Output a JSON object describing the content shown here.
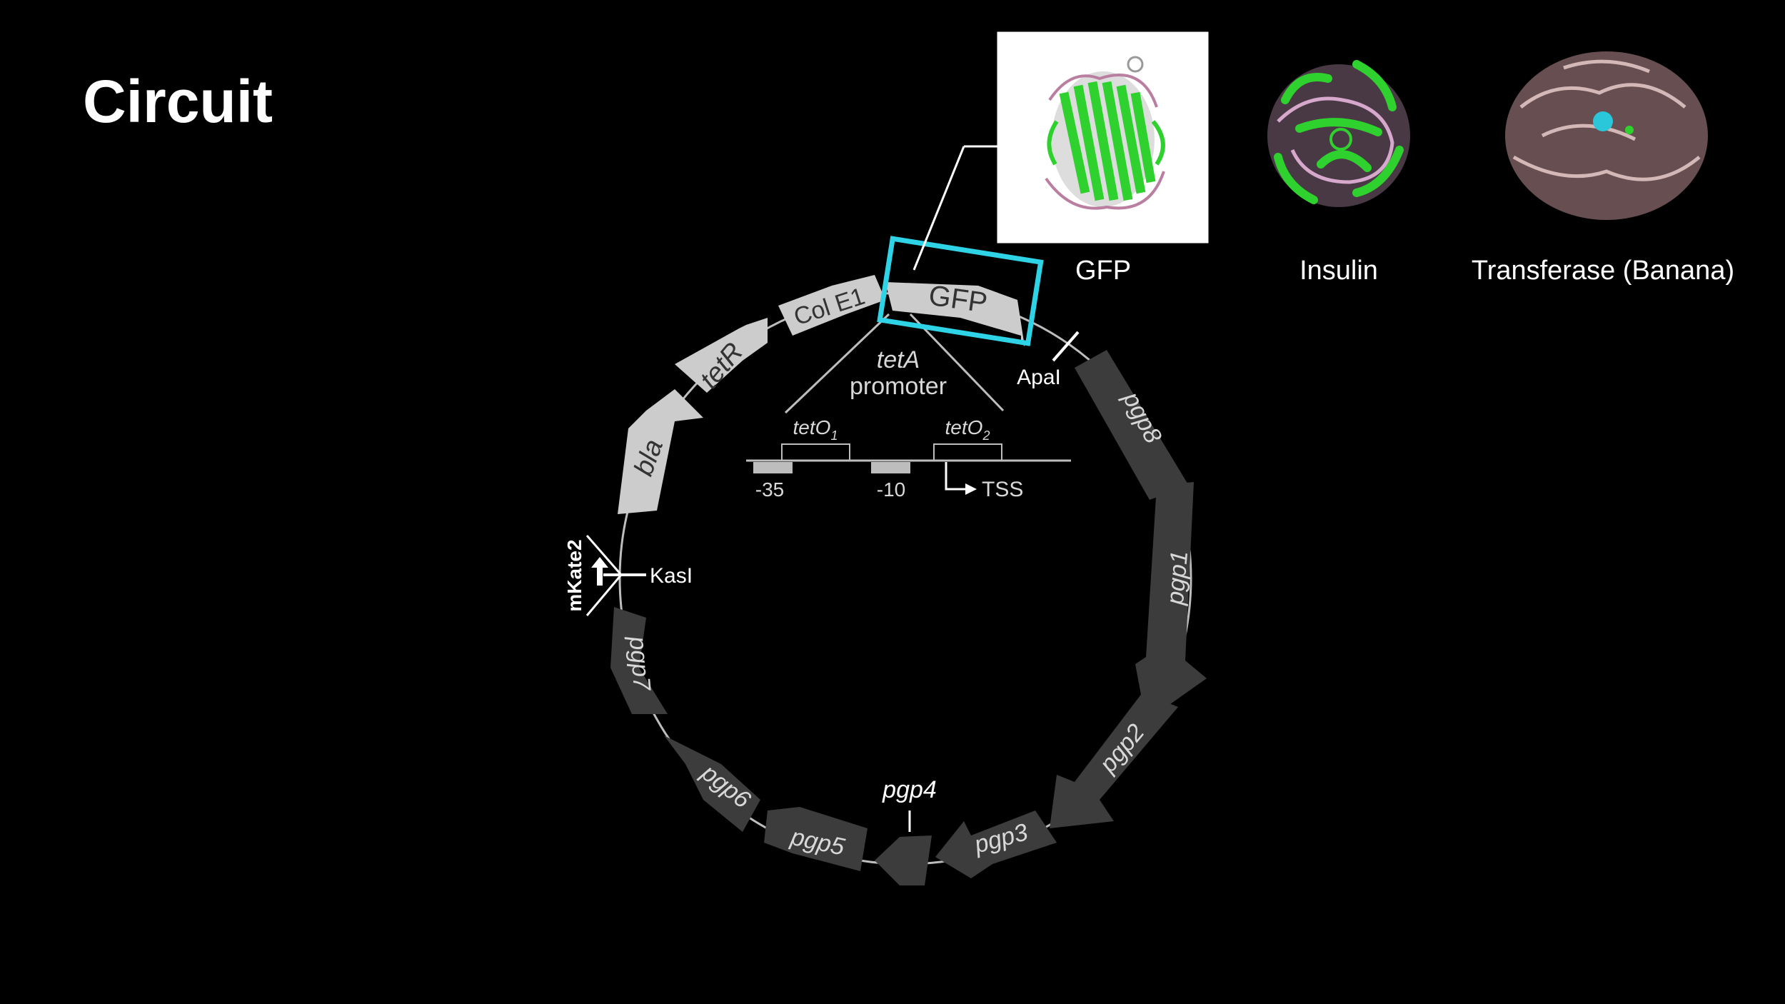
{
  "slide": {
    "title": "Circuit"
  },
  "proteins": [
    {
      "label": "GFP",
      "highlighted": true
    },
    {
      "label": "Insulin",
      "highlighted": false
    },
    {
      "label": "Transferase (Banana)",
      "highlighted": false
    }
  ],
  "plasmid": {
    "genes_light": {
      "bla": "bla",
      "tetR": "tetR",
      "colE1": "Col E1",
      "gfp": "GFP"
    },
    "genes_dark": {
      "pgp8": "pgp8",
      "pgp1": "pgp1",
      "pgp2": "pgp2",
      "pgp3": "pgp3",
      "pgp4": "pgp4",
      "pgp5": "pgp5",
      "pgp6": "pgp6",
      "pgp7": "pgp7"
    },
    "sites": {
      "apal": "ApaI",
      "kasl": "KasI",
      "mkate2": "mKate2"
    },
    "promoter": {
      "name_italic": "tetA",
      "name": "promoter",
      "tetO1": "tetO",
      "tetO1_sub": "1",
      "tetO2": "tetO",
      "tetO2_sub": "2",
      "minus35": "-35",
      "minus10": "-10",
      "tss": "TSS"
    }
  },
  "colors": {
    "highlight": "#2ed3e6",
    "light_gene": "#cccccc",
    "dark_gene": "#3c3c3c",
    "gfp_green": "#2fd12f"
  }
}
